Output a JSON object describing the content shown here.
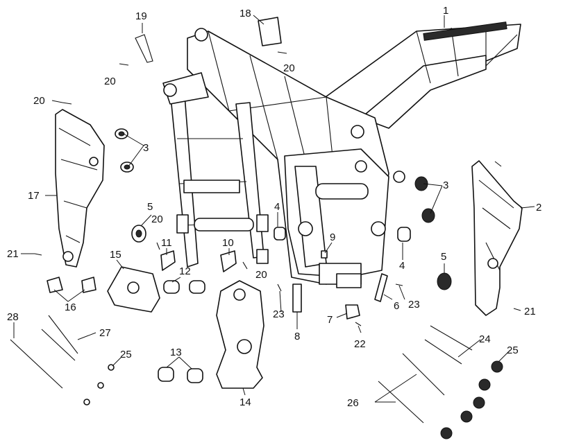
{
  "diagram": {
    "callouts": [
      "1",
      "2",
      "3",
      "3",
      "4",
      "4",
      "5",
      "5",
      "6",
      "7",
      "8",
      "9",
      "10",
      "11",
      "12",
      "13",
      "14",
      "15",
      "16",
      "17",
      "18",
      "19",
      "20",
      "20",
      "20",
      "20",
      "20",
      "21",
      "21",
      "22",
      "23",
      "23",
      "24",
      "25",
      "25",
      "26",
      "27",
      "28"
    ]
  },
  "colors": {
    "line": "#111111",
    "background": "#ffffff",
    "shading": "#2a2a2a"
  }
}
